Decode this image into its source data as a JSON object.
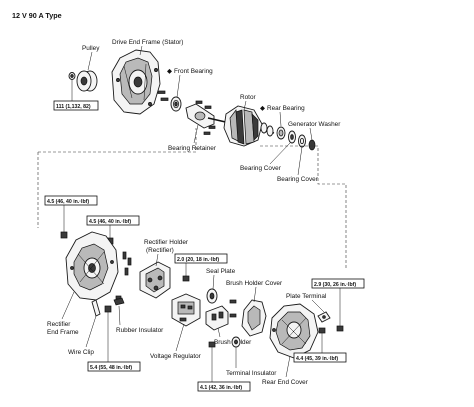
{
  "title": "12 V 90 A Type",
  "labels": {
    "pulley": "Pulley",
    "drive_end_frame": "Drive End Frame (Stator)",
    "front_bearing": "Front Bearing",
    "rotor": "Rotor",
    "rear_bearing": "Rear Bearing",
    "generator_washer": "Generator Washer",
    "bearing_retainer": "Bearing Retainer",
    "bearing_cover_1": "Bearing Cover",
    "bearing_cover_2": "Bearing Cover",
    "rectifier_holder_l1": "Rectifier Holder",
    "rectifier_holder_l2": "(Rectifier)",
    "seal_plate": "Seal Plate",
    "brush_holder_cover": "Brush Holder Cover",
    "plate_terminal": "Plate Terminal",
    "rectifier_end_frame_l1": "Rectifier",
    "rectifier_end_frame_l2": "End Frame",
    "rubber_insulator": "Rubber Insulator",
    "wire_clip": "Wire Clip",
    "voltage_regulator": "Voltage Regulator",
    "brush_holder": "Brush Holder",
    "terminal_insulator": "Terminal Insulator",
    "rear_end_cover": "Rear End Cover",
    "non_reusable_mark": "◆"
  },
  "torques": {
    "t1": "111 (1,132, 82)",
    "t2": "4.5 (46, 40 in.·lbf)",
    "t3": "4.5 (46, 40 in.·lbf)",
    "t4": "2.0 (20, 18 in.·lbf)",
    "t5": "2.9 (30, 26 in.·lbf)",
    "t6": "5.4 (55, 48 in.·lbf)",
    "t7": "4.4 (45, 39 in.·lbf)",
    "t8": "4.1 (42, 36 in.·lbf)"
  }
}
